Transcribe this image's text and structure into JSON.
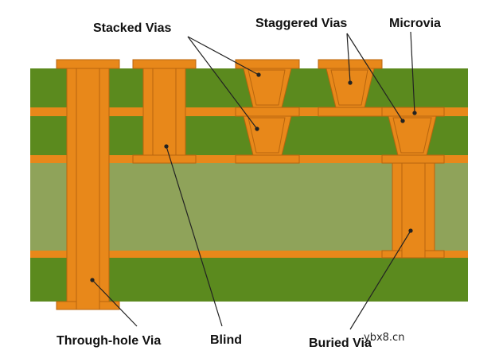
{
  "labels": {
    "stacked_vias": "Stacked Vias",
    "staggered_vias": "Staggered Vias",
    "microvia": "Microvia",
    "through_hole_via": "Through-hole Via",
    "blind": "Blind",
    "buried_via": "Buried Via"
  },
  "watermark": "ybx8.cn",
  "colors": {
    "dielectric": "#5b8a1e",
    "core": "#8fa35a",
    "copper": "#e8881a",
    "copper_edge": "#b8650d",
    "arrow": "#222222"
  }
}
